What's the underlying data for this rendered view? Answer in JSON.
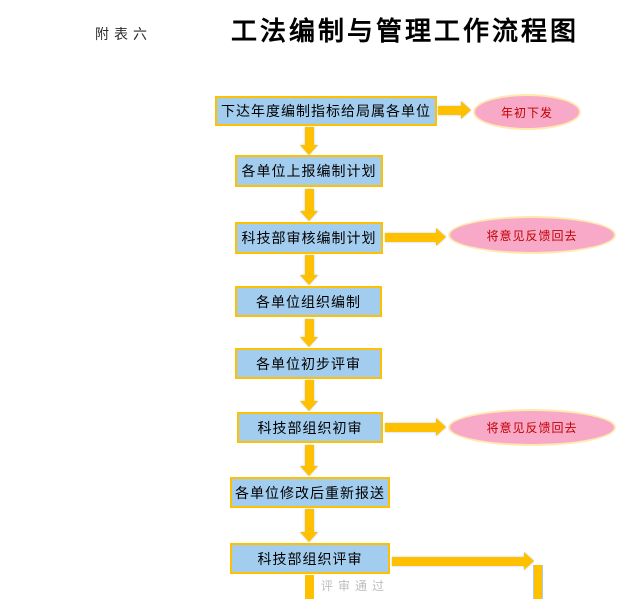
{
  "page": {
    "appendix_label": "附表六",
    "title": "工法编制与管理工作流程图"
  },
  "flow": {
    "type": "flowchart",
    "steps": [
      {
        "label": "下达年度编制指标给局属各单位"
      },
      {
        "label": "各单位上报编制计划"
      },
      {
        "label": "科技部审核编制计划"
      },
      {
        "label": "各单位组织编制"
      },
      {
        "label": "各单位初步评审"
      },
      {
        "label": "科技部组织初审"
      },
      {
        "label": "各单位修改后重新报送"
      },
      {
        "label": "科技部组织评审"
      }
    ],
    "annotations": [
      {
        "label": "年初下发",
        "attached_to_step": 1
      },
      {
        "label": "将意见反馈回去",
        "attached_to_step": 3
      },
      {
        "label": "将意见反馈回去",
        "attached_to_step": 6
      }
    ],
    "branch_label": "评审通过"
  },
  "colors": {
    "box_fill": "#A3CDEF",
    "box_border": "#FFC000",
    "arrow": "#FFC000",
    "arrow_outline": "#A8CCE8",
    "ellipse_fill": "#F9A9C8",
    "ellipse_border": "#FFE9AE",
    "ellipse_text": "#C00000",
    "branch_label_text": "#BDBDBD",
    "title_text": "#000000"
  }
}
